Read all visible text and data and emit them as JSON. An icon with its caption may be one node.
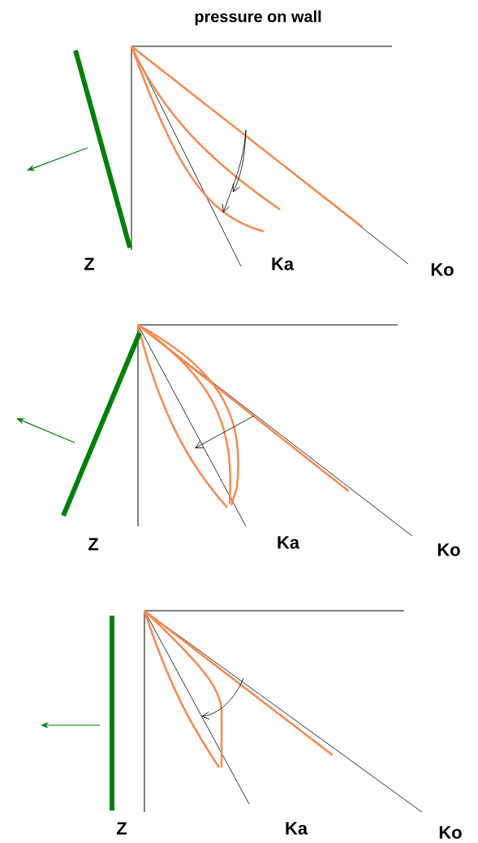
{
  "diagram": {
    "title": "pressure on wall",
    "labels": [
      "Z",
      "Ka",
      "Ko",
      "Z",
      "Ka",
      "Ko",
      "Z",
      "Ka",
      "Ko"
    ]
  }
}
